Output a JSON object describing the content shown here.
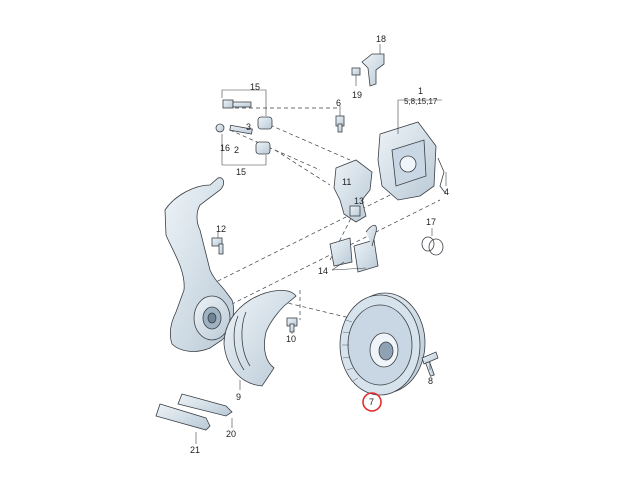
{
  "diagram": {
    "callouts": {
      "c1": "1",
      "c1_sub": "5,8,15,17",
      "c2": "2",
      "c3": "3",
      "c4": "4",
      "c6": "6",
      "c7": "7",
      "c8": "8",
      "c9": "9",
      "c10": "10",
      "c11": "11",
      "c12": "12",
      "c13": "13",
      "c14": "14",
      "c15a": "15",
      "c15b": "15",
      "c16": "16",
      "c17": "17",
      "c18": "18",
      "c19": "19",
      "c20": "20",
      "c21": "21"
    },
    "highlight_color": "#e03030",
    "part_fill": "#dfe9f1",
    "part_stroke": "#3a3f45"
  }
}
